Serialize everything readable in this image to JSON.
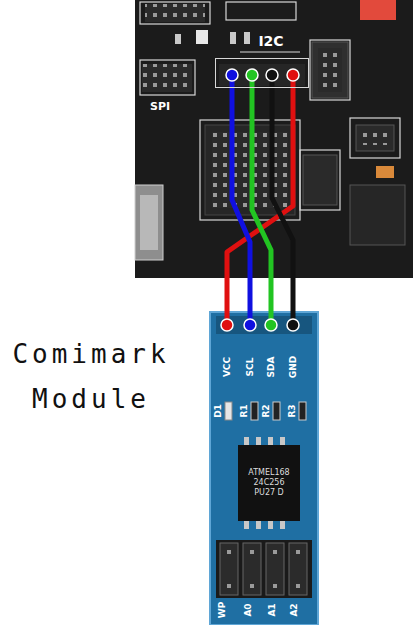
{
  "diagram": {
    "nodes": [
      {
        "text": [
          "SPI"
        ]
      },
      {
        "text": [
          "I2C"
        ],
        "in": 0
      },
      {
        "text": [
          "Comimark Module"
        ]
      },
      {
        "text": [
          "ATMEL168 24C256 PU27 D"
        ],
        "in": 2
      }
    ],
    "edges": [
      {
        "from": 1,
        "to": 2,
        "arrow": "none"
      },
      {
        "from": 1,
        "to": 2,
        "arrow": "none"
      },
      {
        "from": 1,
        "to": 2,
        "arrow": "none"
      },
      {
        "from": 1,
        "to": 2,
        "arrow": "none"
      }
    ],
    "labels": [
      "VCC",
      "SCL",
      "SDA",
      "GND",
      "D1",
      "R1",
      "R2",
      "R3",
      "WP",
      "A0",
      "A1",
      "A2"
    ]
  }
}
